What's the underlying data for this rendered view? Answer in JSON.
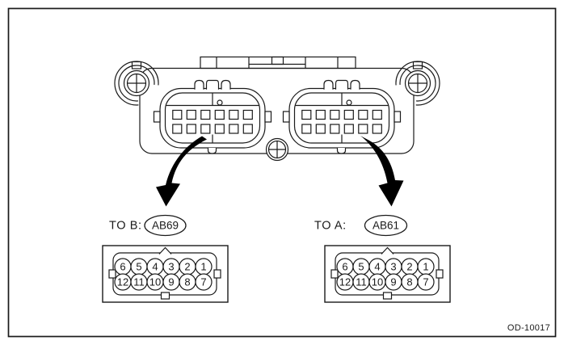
{
  "figure_code": "OD-10017",
  "labels": {
    "to_b": "TO B:",
    "code_b": "AB69",
    "to_a": "TO A:",
    "code_a": "AB61"
  },
  "pinouts": {
    "b": {
      "row1": [
        "6",
        "5",
        "4",
        "3",
        "2",
        "1"
      ],
      "row2": [
        "12",
        "11",
        "10",
        "9",
        "8",
        "7"
      ]
    },
    "a": {
      "row1": [
        "6",
        "5",
        "4",
        "3",
        "2",
        "1"
      ],
      "row2": [
        "12",
        "11",
        "10",
        "9",
        "8",
        "7"
      ]
    }
  },
  "colors": {
    "line": "#1a1a1a",
    "arrow": "#000000",
    "background": "#ffffff"
  }
}
